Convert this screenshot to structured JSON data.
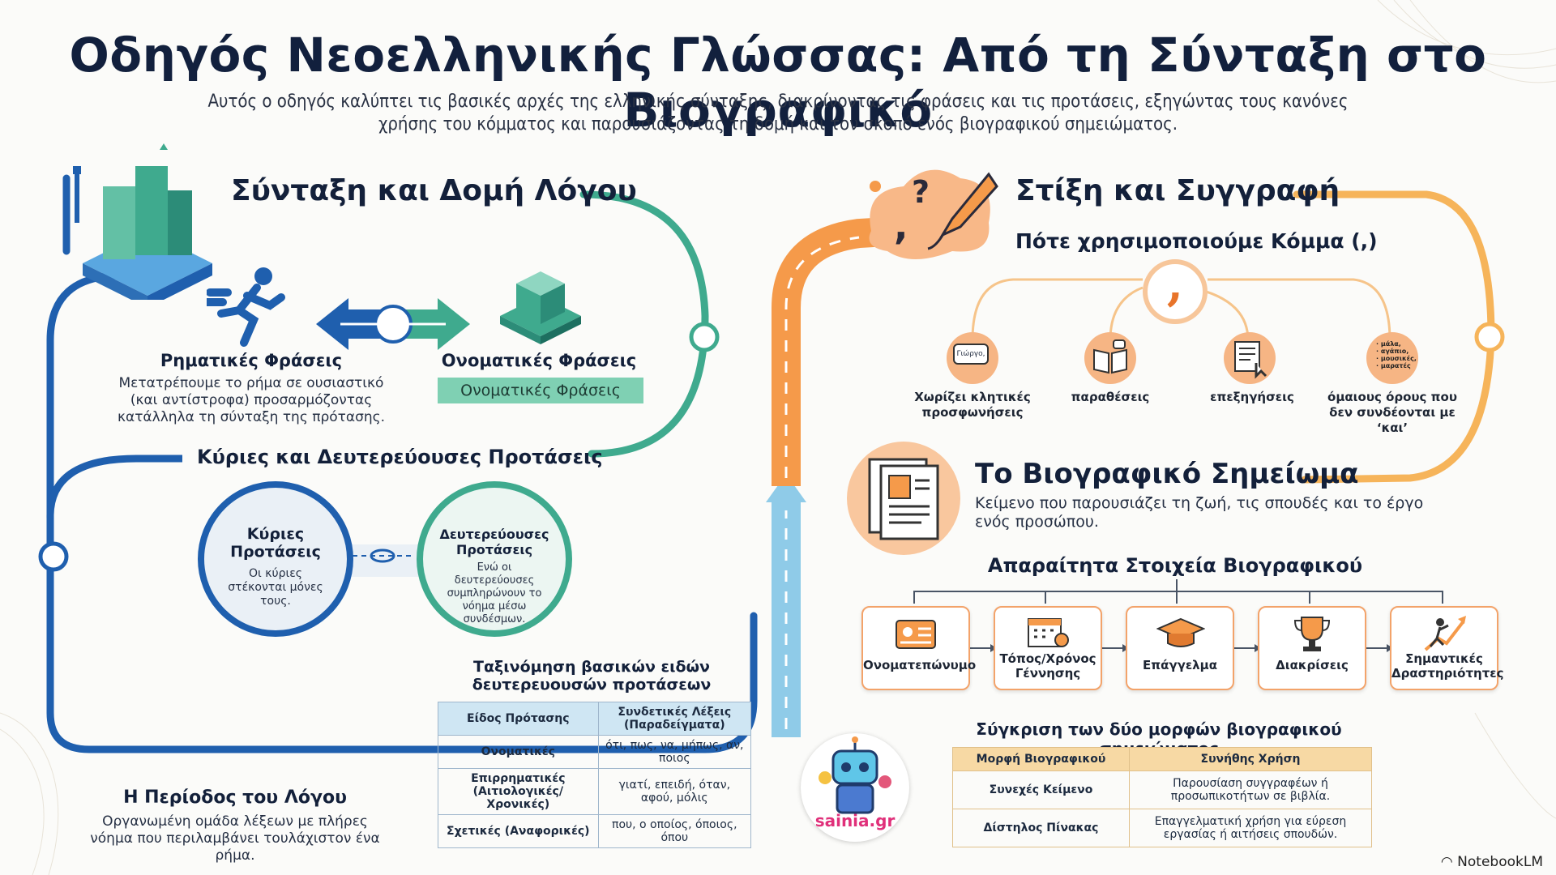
{
  "title": "Οδηγός Νεοελληνικής Γλώσσας: Από τη Σύνταξη στο Βιογραφικό",
  "subtitle": "Αυτός ο οδηγός καλύπτει τις βασικές αρχές της ελληνικής σύνταξης, διακρίνοντας τις φράσεις και τις προτάσεις, εξηγώντας τους κανόνες χρήσης του κόμματος και παρουσιάζοντας τη δομή και τον σκοπό ενός βιογραφικού σημειώματος.",
  "syntax": {
    "heading": "Σύνταξη και Δομή Λόγου",
    "verbal_title": "Ρηματικές Φράσεις",
    "verbal_desc": "Μετατρέπουμε το ρήμα σε ουσιαστικό (και αντίστροφα) προσαρμόζοντας κατάλληλα τη σύνταξη της πρότασης.",
    "nominal_title": "Ονοματικές Φράσεις",
    "nominal_tag": "Ονοματικές Φράσεις",
    "clauses_heading": "Κύριες και Δευτερεύουσες Προτάσεις",
    "main_title": "Κύριες Προτάσεις",
    "main_desc": "Οι κύριες στέκονται μόνες τους.",
    "sub_title": "Δευτερεύουσες Προτάσεις",
    "sub_desc": "Ενώ οι δευτερεύουσες συμπληρώνουν το νόημα μέσω συνδέσμων.",
    "period_title": "Η Περίοδος του Λόγου",
    "period_desc": "Οργανωμένη ομάδα λέξεων με πλήρες νόημα που περιλαμβάνει τουλάχιστον ένα ρήμα."
  },
  "clause_table": {
    "caption": "Ταξινόμηση βασικών ειδών δευτερευουσών προτάσεων",
    "headers": [
      "Είδος Πρότασης",
      "Συνδετικές Λέξεις (Παραδείγματα)"
    ],
    "rows": [
      [
        "Ονοματικές",
        "ότι, πως, να, μήπως, αν, ποιος"
      ],
      [
        "Επιρρηματικές (Αιτιολογικές/Χρονικές)",
        "γιατί, επειδή, όταν, αφού, μόλις"
      ],
      [
        "Σχετικές (Αναφορικές)",
        "που, ο οποίος, όποιος, όπου"
      ]
    ]
  },
  "punctuation": {
    "heading": "Στίξη και Συγγραφή",
    "comma_heading": "Πότε χρησιμοποιούμε Κόμμα (,)",
    "comma_symbol": ",",
    "uses": [
      {
        "label": "Χωρίζει κλητικές προσφωνήσεις",
        "icon": "speech-bubble-icon",
        "bubble": "Γιώργο,"
      },
      {
        "label": "παραθέσεις",
        "icon": "open-book-icon"
      },
      {
        "label": "επεξηγήσεις",
        "icon": "document-pointer-icon"
      },
      {
        "label": "όμαιους όρους που δεν συνδέονται με ‘και’",
        "icon": "word-list-icon",
        "list": [
          "· μάλα,",
          "· αγάπιο,",
          "· μουσικές,",
          "· μαρατές"
        ]
      }
    ]
  },
  "cv": {
    "heading": "Το Βιογραφικό Σημείωμα",
    "desc": "Κείμενο που παρουσιάζει τη ζωή, τις σπουδές και το έργο ενός προσώπου.",
    "elements_heading": "Απαραίτητα Στοιχεία Βιογραφικού",
    "elements": [
      {
        "label": "Ονοματεπώνυμο",
        "icon": "id-card-icon"
      },
      {
        "label": "Τόπος/Χρόνος Γέννησης",
        "icon": "calendar-pin-icon"
      },
      {
        "label": "Επάγγελμα",
        "icon": "graduation-cap-icon"
      },
      {
        "label": "Διακρίσεις",
        "icon": "trophy-icon"
      },
      {
        "label": "Σημαντικές Δραστηριότητες",
        "icon": "climbing-person-icon"
      }
    ]
  },
  "cv_table": {
    "caption": "Σύγκριση των δύο μορφών βιογραφικού σημειώματος",
    "headers": [
      "Μορφή Βιογραφικού",
      "Συνήθης Χρήση"
    ],
    "rows": [
      [
        "Συνεχές Κείμενο",
        "Παρουσίαση συγγραφέων ή προσωπικοτήτων σε βιβλία."
      ],
      [
        "Δίστηλος Πίνακας",
        "Επαγγελματική χρήση για εύρεση εργασίας ή αιτήσεις σπουδών."
      ]
    ]
  },
  "logo_text": "sainia.gr",
  "watermark": "NotebookLM",
  "colors": {
    "blue": "#1f5fae",
    "teal": "#3faa8e",
    "orange": "#f59a4a",
    "light_blue": "#8fcbe8",
    "navy": "#12203d"
  }
}
